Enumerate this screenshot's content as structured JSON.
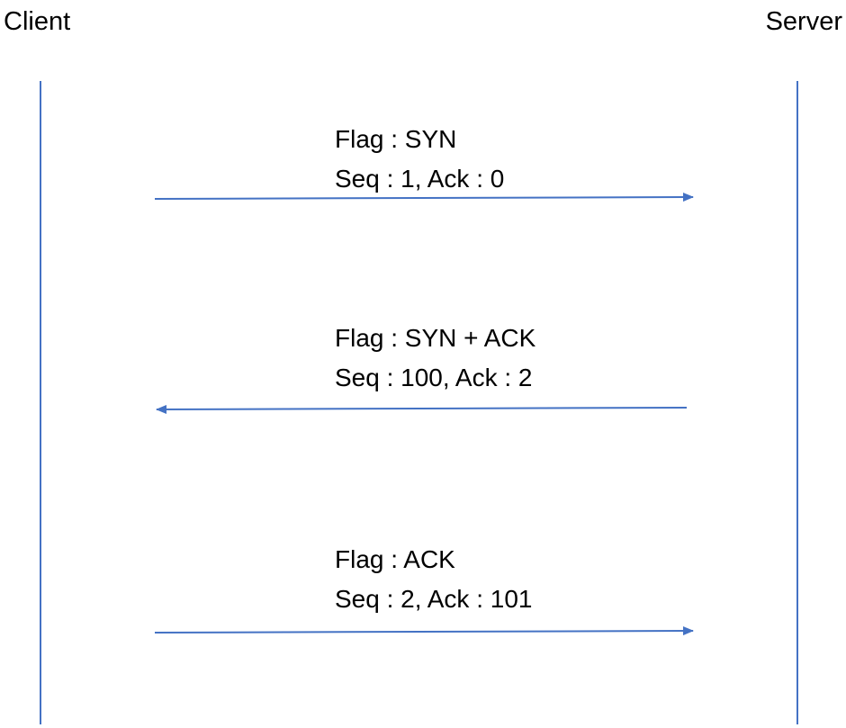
{
  "participants": {
    "client": "Client",
    "server": "Server"
  },
  "messages": [
    {
      "direction": "client-to-server",
      "flag": "Flag : SYN",
      "seq_ack": "Seq : 1, Ack : 0"
    },
    {
      "direction": "server-to-client",
      "flag": "Flag : SYN + ACK",
      "seq_ack": "Seq : 100, Ack : 2"
    },
    {
      "direction": "client-to-server",
      "flag": "Flag : ACK",
      "seq_ack": "Seq : 2, Ack : 101"
    }
  ],
  "colors": {
    "line": "#4472c4",
    "text": "#000000",
    "background": "#ffffff"
  }
}
